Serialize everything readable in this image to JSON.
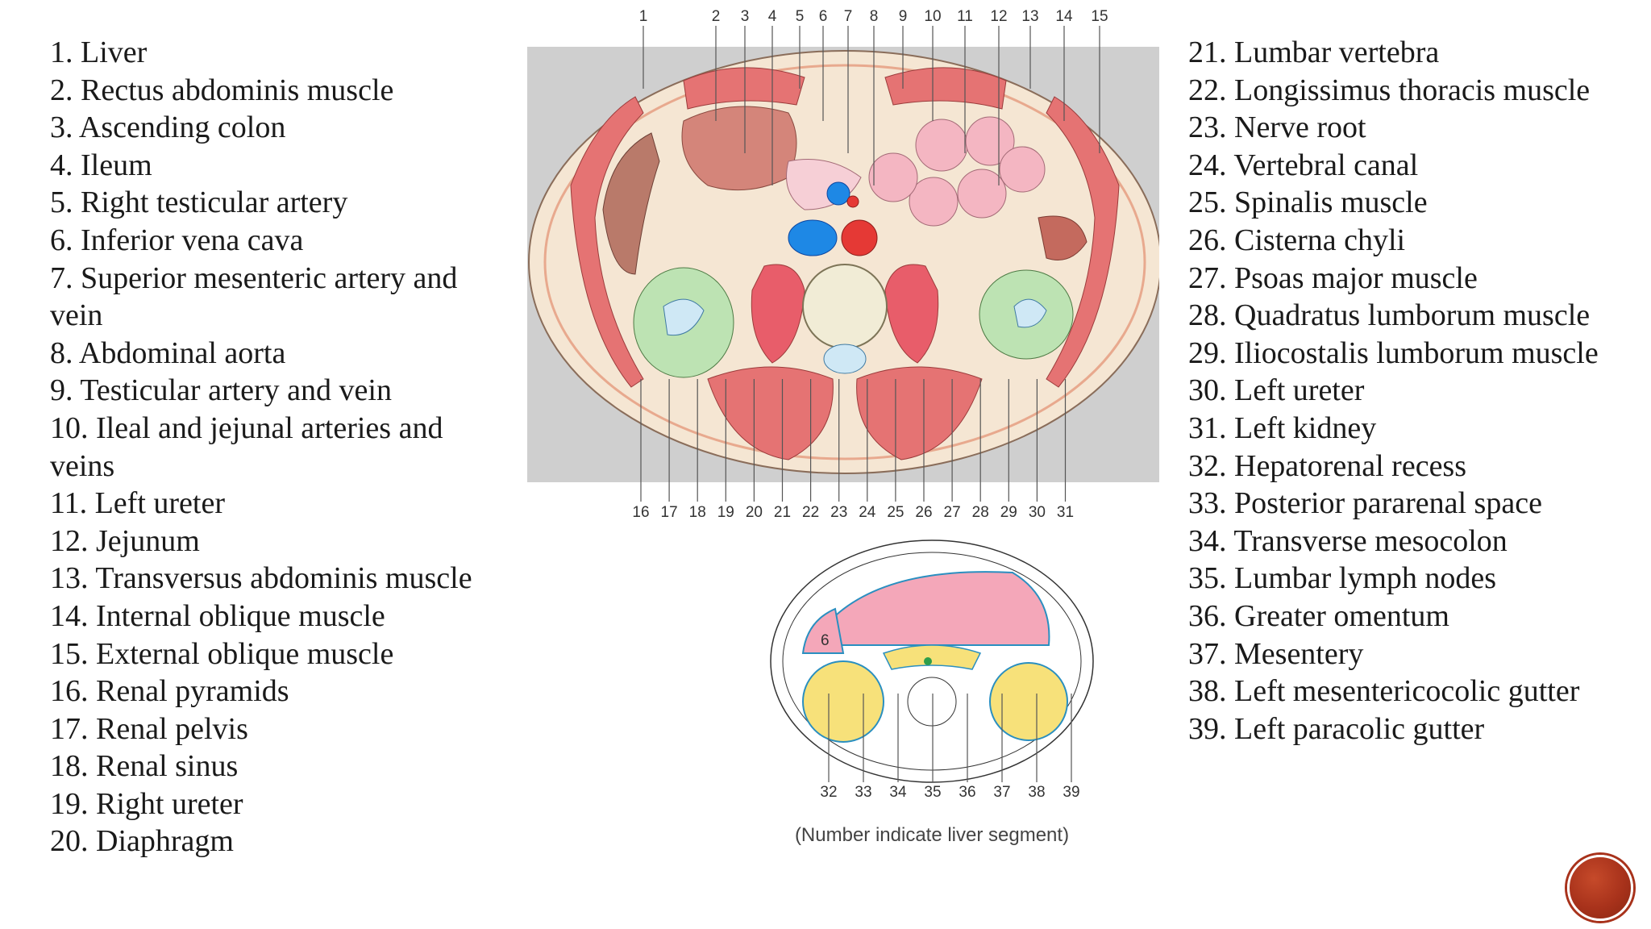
{
  "labels_left": [
    "1. Liver",
    "2. Rectus abdominis muscle",
    "3. Ascending colon",
    "4. Ileum",
    "5. Right testicular artery",
    "6. Inferior vena cava",
    "7. Superior mesenteric artery and vein",
    "8. Abdominal aorta",
    "9. Testicular artery and vein",
    "10. Ileal and jejunal arteries and veins",
    "11. Left ureter",
    "12. Jejunum",
    "13. Transversus abdominis muscle",
    "14. Internal oblique muscle",
    "15. External oblique muscle",
    "16. Renal pyramids",
    "17. Renal pelvis",
    "18. Renal sinus",
    "19. Right ureter",
    "20. Diaphragm"
  ],
  "labels_right": [
    "21. Lumbar vertebra",
    "22. Longissimus thoracis muscle",
    "23. Nerve root",
    "24. Vertebral canal",
    "25. Spinalis muscle",
    "26. Cisterna chyli",
    "27. Psoas major muscle",
    "28. Quadratus lumborum muscle",
    "29. Iliocostalis lumborum muscle",
    "30. Left ureter",
    "31. Left kidney",
    "32. Hepatorenal recess",
    "33. Posterior pararenal space",
    "34. Transverse mesocolon",
    "35. Lumbar lymph nodes",
    "36. Greater omentum",
    "37. Mesentery",
    "38. Left mesentericocolic gutter",
    "39. Left paracolic gutter"
  ],
  "diagram": {
    "top_numbers": [
      "1",
      "2",
      "3",
      "4",
      "5",
      "6",
      "7",
      "8",
      "9",
      "10",
      "11",
      "12",
      "13",
      "14",
      "15"
    ],
    "bottom_numbers": [
      "16",
      "17",
      "18",
      "19",
      "20",
      "21",
      "22",
      "23",
      "24",
      "25",
      "26",
      "27",
      "28",
      "29",
      "30",
      "31"
    ],
    "mini_numbers": [
      "32",
      "33",
      "34",
      "35",
      "36",
      "37",
      "38",
      "39"
    ],
    "mini_segment_label": "6",
    "caption": "(Number indicate liver segment)"
  },
  "colors": {
    "muscle": "#e57373",
    "fat": "#f5e6d3",
    "liver": "#b97a6a",
    "kidney": "#bde3b3",
    "vessel_blue": "#1e88e5",
    "vessel_red": "#e53935",
    "background_panel": "#cfcfcf",
    "nav_button": "#a8321b"
  }
}
